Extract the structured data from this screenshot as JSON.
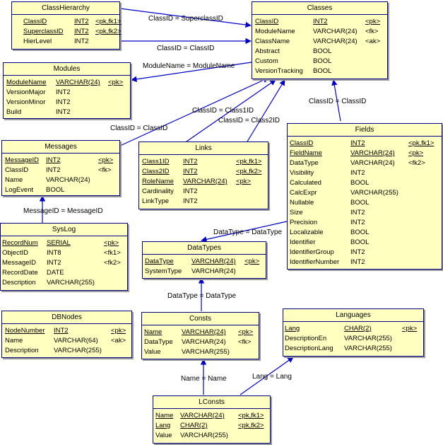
{
  "relationships": {
    "r_classhier_super": "ClassID = SuperclassID",
    "r_classhier_class": "ClassID = ClassID",
    "r_modules": "ModuleName = ModuleName",
    "r_messages_class": "ClassID = ClassID",
    "r_links_class1": "ClassID = Class1ID",
    "r_links_class2": "ClassID = Class2ID",
    "r_fields_class": "ClassID = ClassID",
    "r_syslog_message": "MessageID = MessageID",
    "r_fields_datatype": "DataType = DataType",
    "r_consts_datatype": "DataType = DataType",
    "r_lconsts_consts": "Name = Name",
    "r_lconsts_lang": "Lang = Lang"
  },
  "entities": {
    "classhierarchy": {
      "title": "ClassHierarchy",
      "rows": [
        {
          "name": "ClassID",
          "type": "INT2",
          "key": "<pk,fk1>",
          "pk": true
        },
        {
          "name": "SuperclassID",
          "type": "INT2",
          "key": "<pk,fk2>",
          "pk": true
        },
        {
          "name": "HierLevel",
          "type": "INT2",
          "key": "",
          "pk": false
        }
      ]
    },
    "classes": {
      "title": "Classes",
      "rows": [
        {
          "name": "ClassID",
          "type": "INT2",
          "key": "<pk>",
          "pk": true
        },
        {
          "name": "ModuleName",
          "type": "VARCHAR(24)",
          "key": "<fk>",
          "pk": false
        },
        {
          "name": "ClassName",
          "type": "VARCHAR(24)",
          "key": "<ak>",
          "pk": false
        },
        {
          "name": "Abstract",
          "type": "BOOL",
          "key": "",
          "pk": false
        },
        {
          "name": "Custom",
          "type": "BOOL",
          "key": "",
          "pk": false
        },
        {
          "name": "VersionTracking",
          "type": "BOOL",
          "key": "",
          "pk": false
        }
      ]
    },
    "modules": {
      "title": "Modules",
      "rows": [
        {
          "name": "ModuleName",
          "type": "VARCHAR(24)",
          "key": "<pk>",
          "pk": true
        },
        {
          "name": "VersionMajor",
          "type": "INT2",
          "key": "",
          "pk": false
        },
        {
          "name": "VersionMinor",
          "type": "INT2",
          "key": "",
          "pk": false
        },
        {
          "name": "Build",
          "type": "INT2",
          "key": "",
          "pk": false
        }
      ]
    },
    "messages": {
      "title": "Messages",
      "rows": [
        {
          "name": "MessageID",
          "type": "INT2",
          "key": "<pk>",
          "pk": true
        },
        {
          "name": "ClassID",
          "type": "INT2",
          "key": "<fk>",
          "pk": false
        },
        {
          "name": "Name",
          "type": "VARCHAR(24)",
          "key": "",
          "pk": false
        },
        {
          "name": "LogEvent",
          "type": "BOOL",
          "key": "",
          "pk": false
        }
      ]
    },
    "links": {
      "title": "Links",
      "rows": [
        {
          "name": "Class1ID",
          "type": "INT2",
          "key": "<pk,fk1>",
          "pk": true
        },
        {
          "name": "Class2ID",
          "type": "INT2",
          "key": "<pk,fk2>",
          "pk": true
        },
        {
          "name": "RoleName",
          "type": "VARCHAR(24)",
          "key": "<pk>",
          "pk": true
        },
        {
          "name": "Cardinality",
          "type": "INT2",
          "key": "",
          "pk": false
        },
        {
          "name": "LinkType",
          "type": "INT2",
          "key": "",
          "pk": false
        }
      ]
    },
    "fields": {
      "title": "Fields",
      "rows": [
        {
          "name": "ClassID",
          "type": "INT2",
          "key": "<pk,fk1>",
          "pk": true
        },
        {
          "name": "FieldName",
          "type": "VARCHAR(24)",
          "key": "<pk>",
          "pk": true
        },
        {
          "name": "DataType",
          "type": "VARCHAR(24)",
          "key": "<fk2>",
          "pk": false
        },
        {
          "name": "Visibility",
          "type": "INT2",
          "key": "",
          "pk": false
        },
        {
          "name": "Calculated",
          "type": "BOOL",
          "key": "",
          "pk": false
        },
        {
          "name": "CalcExpr",
          "type": "VARCHAR(255)",
          "key": "",
          "pk": false
        },
        {
          "name": "Nullable",
          "type": "BOOL",
          "key": "",
          "pk": false
        },
        {
          "name": "Size",
          "type": "INT2",
          "key": "",
          "pk": false
        },
        {
          "name": "Precision",
          "type": "INT2",
          "key": "",
          "pk": false
        },
        {
          "name": "Localizable",
          "type": "BOOL",
          "key": "",
          "pk": false
        },
        {
          "name": "Identifier",
          "type": "BOOL",
          "key": "",
          "pk": false
        },
        {
          "name": "IdentifierGroup",
          "type": "INT2",
          "key": "",
          "pk": false
        },
        {
          "name": "IdentifierNumber",
          "type": "INT2",
          "key": "",
          "pk": false
        }
      ]
    },
    "syslog": {
      "title": "SysLog",
      "rows": [
        {
          "name": "RecordNum",
          "type": "SERIAL",
          "key": "<pk>",
          "pk": true
        },
        {
          "name": "ObjectID",
          "type": "INT8",
          "key": "<fk1>",
          "pk": false
        },
        {
          "name": "MessageID",
          "type": "INT2",
          "key": "<fk2>",
          "pk": false
        },
        {
          "name": "RecordDate",
          "type": "DATE",
          "key": "",
          "pk": false
        },
        {
          "name": "Description",
          "type": "VARCHAR(255)",
          "key": "",
          "pk": false
        }
      ]
    },
    "datatypes": {
      "title": "DataTypes",
      "rows": [
        {
          "name": "DataType",
          "type": "VARCHAR(24)",
          "key": "<pk>",
          "pk": true
        },
        {
          "name": "SystemType",
          "type": "VARCHAR(24)",
          "key": "",
          "pk": false
        }
      ]
    },
    "dbnodes": {
      "title": "DBNodes",
      "rows": [
        {
          "name": "NodeNumber",
          "type": "INT2",
          "key": "<pk>",
          "pk": true
        },
        {
          "name": "Name",
          "type": "VARCHAR(64)",
          "key": "<ak>",
          "pk": false
        },
        {
          "name": "Description",
          "type": "VARCHAR(255)",
          "key": "",
          "pk": false
        }
      ]
    },
    "consts": {
      "title": "Consts",
      "rows": [
        {
          "name": "Name",
          "type": "VARCHAR(24)",
          "key": "<pk>",
          "pk": true
        },
        {
          "name": "DataType",
          "type": "VARCHAR(24)",
          "key": "<fk>",
          "pk": false
        },
        {
          "name": "Value",
          "type": "VARCHAR(255)",
          "key": "",
          "pk": false
        }
      ]
    },
    "languages": {
      "title": "Languages",
      "rows": [
        {
          "name": "Lang",
          "type": "CHAR(2)",
          "key": "<pk>",
          "pk": true
        },
        {
          "name": "DescriptionEn",
          "type": "VARCHAR(255)",
          "key": "",
          "pk": false
        },
        {
          "name": "DescriptionLang",
          "type": "VARCHAR(255)",
          "key": "",
          "pk": false
        }
      ]
    },
    "lconsts": {
      "title": "LConsts",
      "rows": [
        {
          "name": "Name",
          "type": "VARCHAR(24)",
          "key": "<pk,fk1>",
          "pk": true
        },
        {
          "name": "Lang",
          "type": "CHAR(2)",
          "key": "<pk,fk2>",
          "pk": true
        },
        {
          "name": "Value",
          "type": "VARCHAR(255)",
          "key": "",
          "pk": false
        }
      ]
    }
  }
}
